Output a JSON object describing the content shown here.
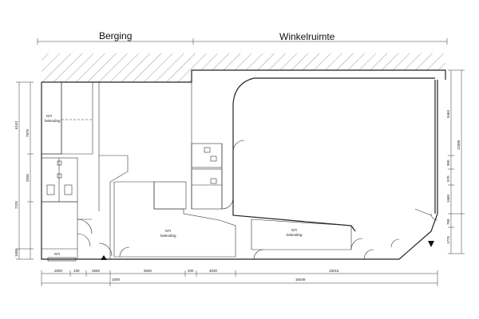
{
  "rooms": {
    "berging": "Berging",
    "winkelruimte": "Winkelruimte"
  },
  "nti_labels": {
    "line1": "NTI",
    "line2": "belending"
  },
  "nti_bottom_left": "NTI",
  "dims_bottom_row1": [
    "2600",
    "100",
    "2550",
    "5550",
    "200",
    "3030",
    "15015"
  ],
  "dims_bottom_row2": [
    "1000",
    "16046"
  ],
  "dims_left": [
    "6163",
    "7870",
    "2035",
    "7225",
    "1600"
  ],
  "dims_right": [
    "9463",
    "11000",
    "900",
    "970",
    "1660",
    "780",
    "1775"
  ]
}
